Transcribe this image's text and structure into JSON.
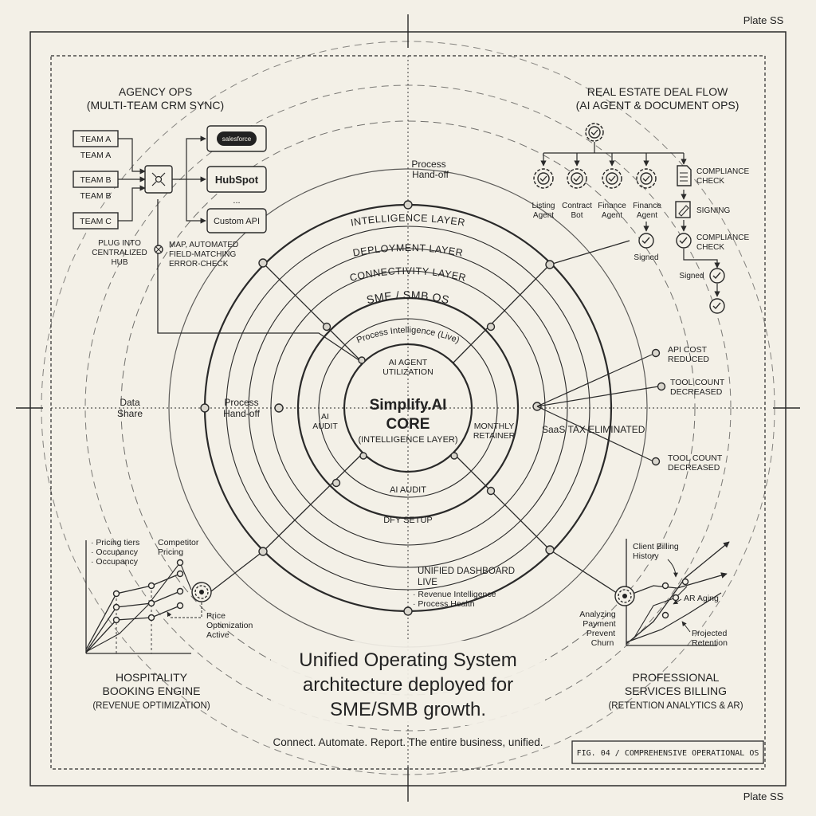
{
  "plate": {
    "top": "Plate SS",
    "bottom": "Plate SS"
  },
  "core": {
    "title_line1": "Simplify.AI",
    "title_line2": "CORE",
    "subtitle": "(INTELLIGENCE LAYER)"
  },
  "rings": {
    "intelligence": "INTELLIGENCE LAYER",
    "deployment": "DEPLOYMENT LAYER",
    "connectivity": "CONNECTIVITY LAYER",
    "sme": "SME / SMB OS",
    "process_live": "Process Intelligence (Live)"
  },
  "inner": {
    "ai_agent_1": "AI AGENT",
    "ai_agent_2": "UTILIZATION",
    "ai_audit_left_1": "AI",
    "ai_audit_left_2": "AUDIT",
    "monthly_1": "MONTHLY",
    "monthly_2": "RETAINER",
    "ai_audit_bottom": "AI AUDIT",
    "dfy": "DFY SETUP"
  },
  "axis": {
    "handoff_top_1": "Process",
    "handoff_top_2": "Hand-off",
    "handoff_left_1": "Process",
    "handoff_left_2": "Hand-off",
    "data_share_1": "Data",
    "data_share_2": "Share"
  },
  "agency": {
    "title_1": "AGENCY OPS",
    "title_2": "(MULTI-TEAM CRM SYNC)",
    "teams": [
      "TEAM A",
      "TEAM A",
      "TEAM B",
      "TEAM B",
      "TEAM C"
    ],
    "crm": [
      "salesforce",
      "HubSpot",
      "...",
      "Custom API"
    ],
    "plug_1": "PLUG INTO",
    "plug_2": "CENTRALIZED",
    "plug_3": "HUB",
    "map_1": "MAP, AUTOMATED",
    "map_2": "FIELD-MATCHING",
    "map_3": "ERROR-CHECK"
  },
  "realestate": {
    "title_1": "REAL ESTATE DEAL FLOW",
    "title_2": "(AI AGENT & DOCUMENT OPS)",
    "agents": [
      {
        "l1": "Listing",
        "l2": "Agent"
      },
      {
        "l1": "Contract",
        "l2": "Bot"
      },
      {
        "l1": "Finance",
        "l2": "Agent"
      },
      {
        "l1": "Finance",
        "l2": "Agent"
      }
    ],
    "signed_1": "Signed",
    "compliance1_1": "COMPLIANCE",
    "compliance1_2": "CHECK",
    "signing": "SIGNING",
    "compliance2_1": "COMPLIANCE",
    "compliance2_2": "CHECK",
    "signed_2": "Signed"
  },
  "saas": {
    "api_1": "API COST",
    "api_2": "REDUCED",
    "tool1_1": "TOOL COUNT",
    "tool1_2": "DECREASED",
    "eliminated": "SaaS TAX ELIMINATED",
    "tool2_1": "TOOL COUNT",
    "tool2_2": "DECREASED"
  },
  "dashboard": {
    "l1": "UNIFIED DASHBOARD",
    "l2": "LIVE",
    "b1": "· Revenue Intelligence",
    "b2": "· Process Health"
  },
  "hospitality": {
    "title_1": "HOSPITALITY",
    "title_2": "BOOKING ENGINE",
    "title_3": "(REVENUE OPTIMIZATION)",
    "legend_1": "· Pricing tiers",
    "legend_2": "· Occupancy",
    "legend_3": "· Occupancy",
    "competitor_1": "Competitor",
    "competitor_2": "Pricing",
    "price_1": "Price",
    "price_2": "Optimization",
    "price_3": "Active"
  },
  "professional": {
    "title_1": "PROFESSIONAL",
    "title_2": "SERVICES BILLING",
    "title_3": "(RETENTION ANALYTICS & AR)",
    "client_1": "Client Billing",
    "client_2": "History",
    "ar": "AR Aging",
    "projected_1": "Projected",
    "projected_2": "Retention",
    "analyzing_1": "Analyzing",
    "analyzing_2": "Payment",
    "analyzing_3": "Prevent",
    "analyzing_4": "Churn"
  },
  "headline": {
    "l1": "Unified Operating System",
    "l2": "architecture deployed for",
    "l3": "SME/SMB growth."
  },
  "tagline": "Connect. Automate. Report. The entire business, unified.",
  "figure_label": "FIG. 04 / COMPREHENSIVE OPERATIONAL OS"
}
